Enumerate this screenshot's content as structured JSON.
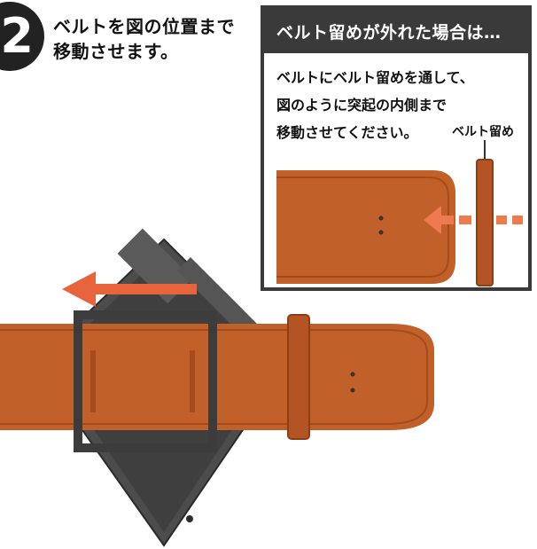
{
  "step": {
    "number": "2",
    "text": "ベルトを図の位置まで\n移動させます。"
  },
  "note": {
    "title": "ベルト留めが外れた場合は…",
    "body": "ベルトにベルト留めを通して、\n図のように突起の内側まで\n移動させてください。",
    "label": "ベルト留め"
  },
  "colors": {
    "belt": "#c2602a",
    "belt_dark": "#a54c1d",
    "arrow": "#e8643c",
    "device": "#4a4a4a",
    "header": "#3a3a3a"
  }
}
